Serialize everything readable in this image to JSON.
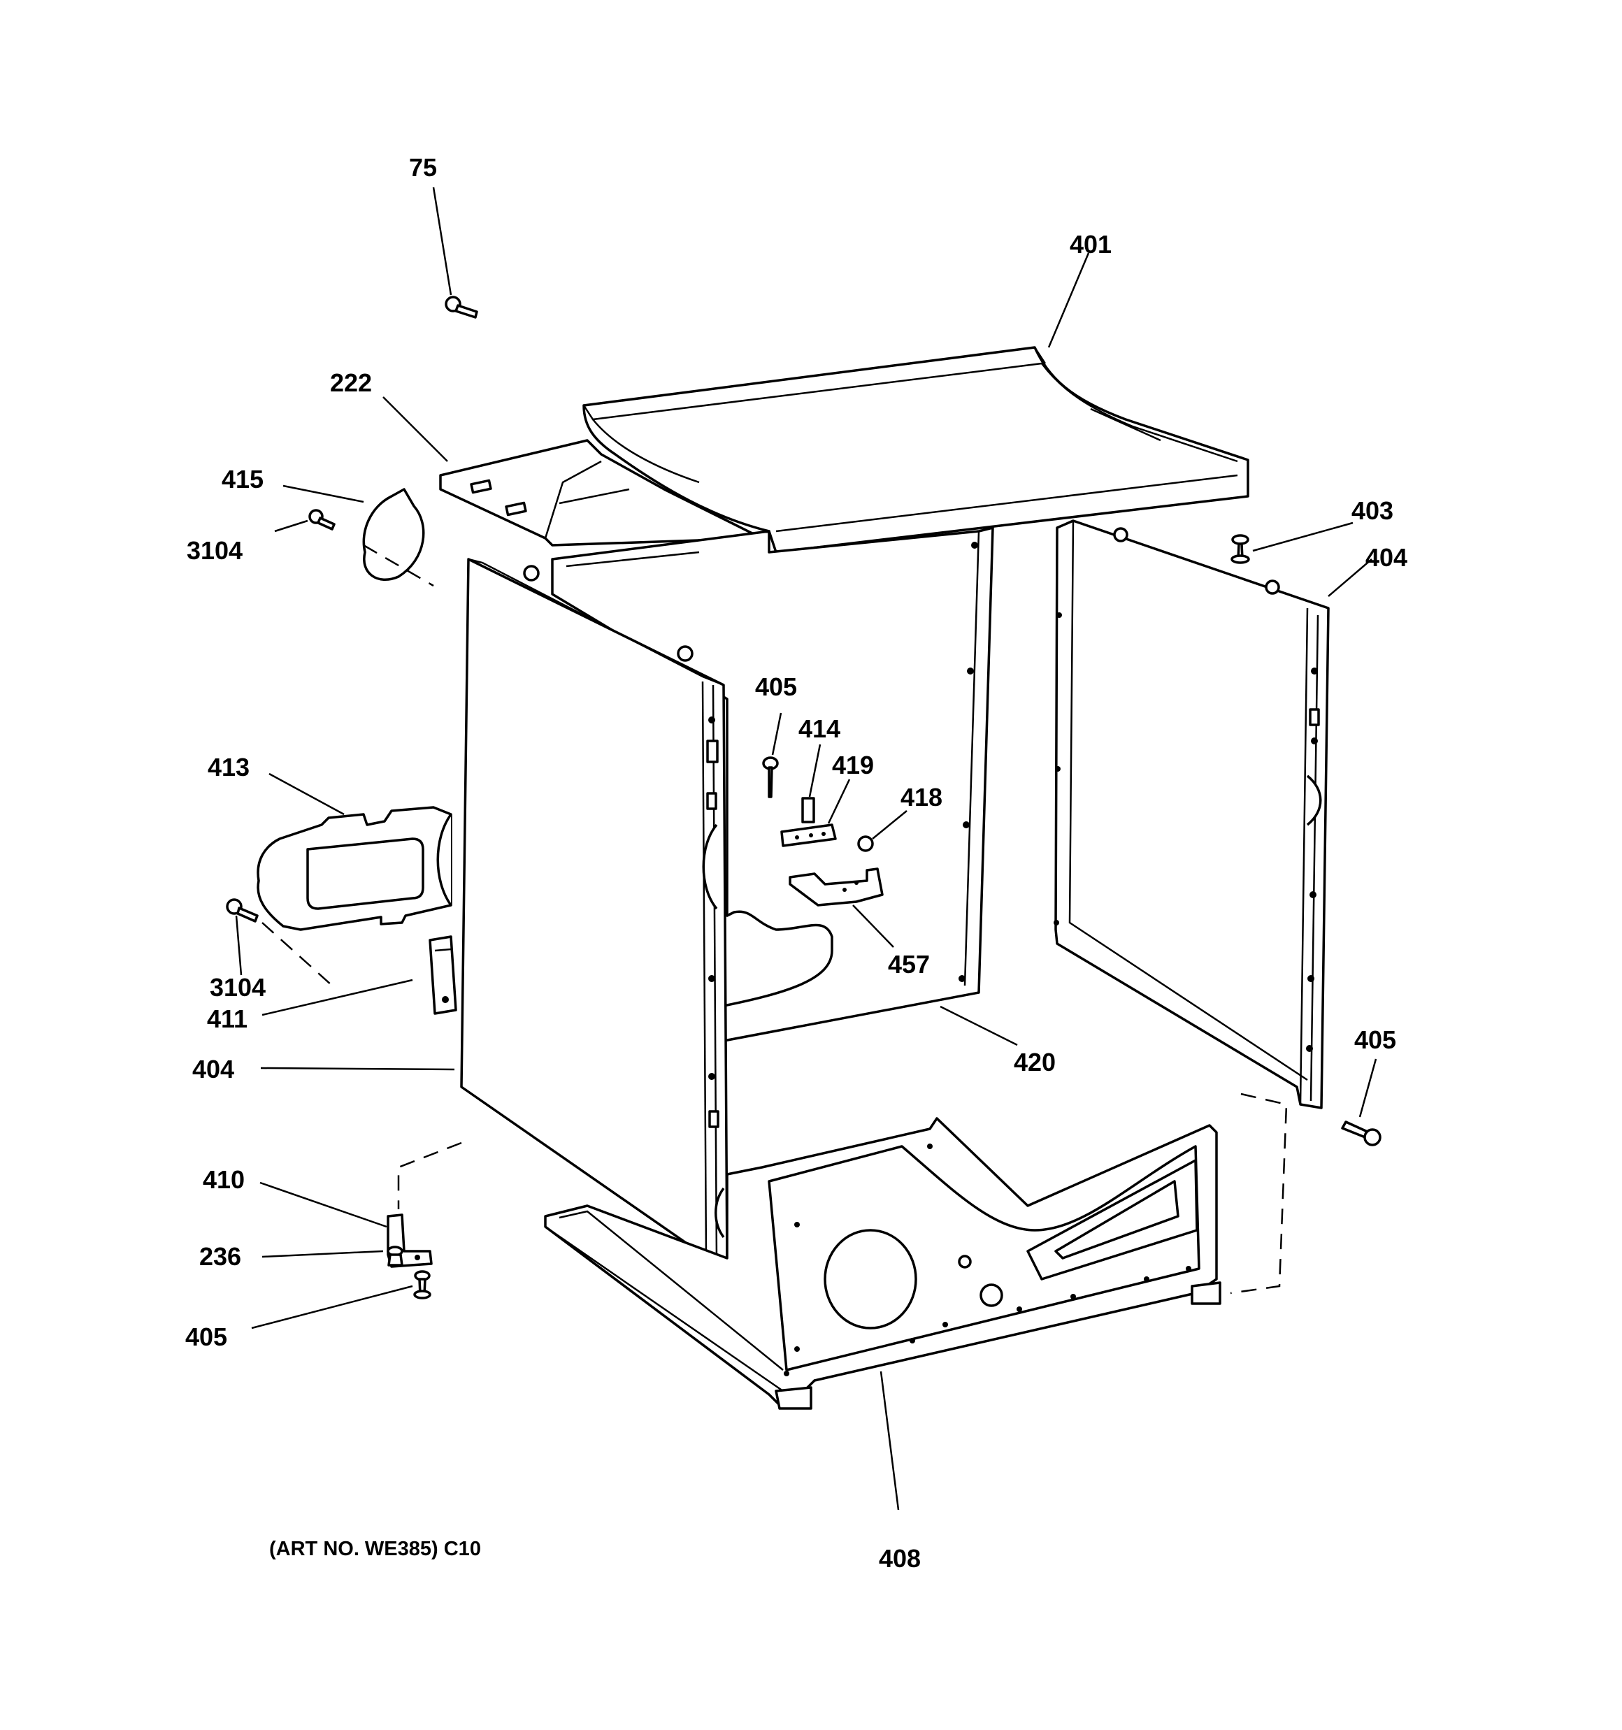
{
  "labels": {
    "p75": "75",
    "p401": "401",
    "p222": "222",
    "p415": "415",
    "p3104a": "3104",
    "p403": "403",
    "p404a": "404",
    "p405a": "405",
    "p414": "414",
    "p419": "419",
    "p418": "418",
    "p413": "413",
    "p3104b": "3104",
    "p411": "411",
    "p457": "457",
    "p404b": "404",
    "p420": "420",
    "p405b": "405",
    "p410": "410",
    "p236": "236",
    "p405c": "405",
    "p408": "408"
  },
  "art_number": "(ART NO. WE385) C10"
}
